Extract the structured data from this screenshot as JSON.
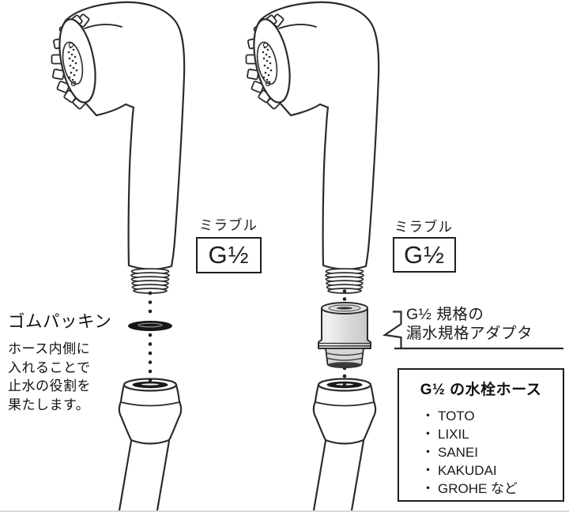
{
  "left_unit": {
    "brand_label": "ミラブル",
    "thread_spec": "G½",
    "gasket_title": "ゴムパッキン",
    "gasket_description": "ホース内側に\n入れることで\n止水の役割を\n果たします。"
  },
  "right_unit": {
    "brand_label": "ミラブル",
    "thread_spec": "G½",
    "adapter_callout": "G½ 規格の\n漏水規格アダプタ"
  },
  "hose_compat_box": {
    "title": "G½ の水栓ホース",
    "bullet": "・",
    "brands": [
      "TOTO",
      "LIXIL",
      "SANEI",
      "KAKUDAI",
      "GROHE など"
    ]
  },
  "colors": {
    "line": "#2b2b2b",
    "text": "#1a1a1a",
    "adapter_fill": "#d9d9d9",
    "gasket_fill": "#161616",
    "background": "#ffffff"
  }
}
